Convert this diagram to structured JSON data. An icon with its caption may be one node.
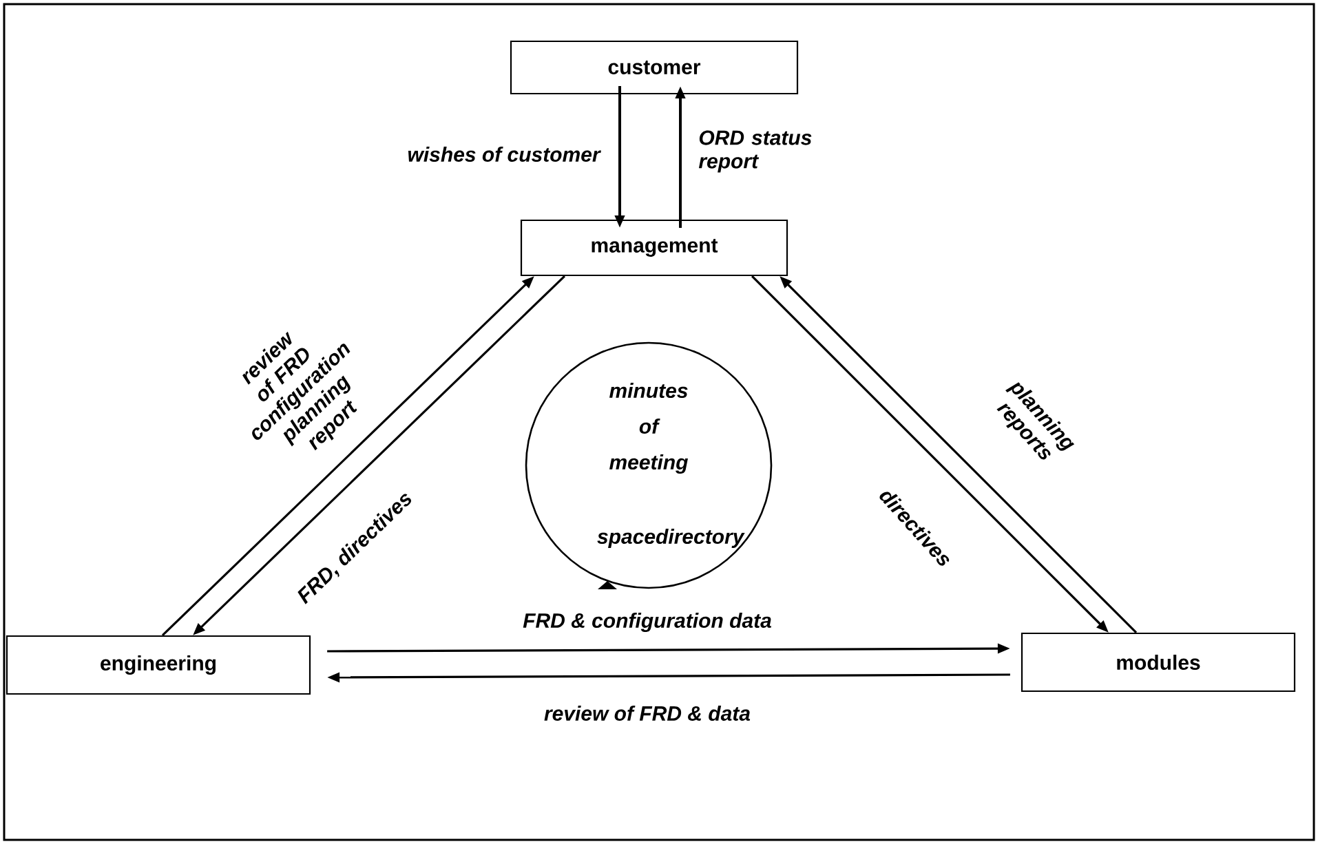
{
  "diagram": {
    "nodes": [
      {
        "text": [
          "customer"
        ]
      },
      {
        "text": [
          "management"
        ]
      },
      {
        "text": [
          "engineering"
        ]
      },
      {
        "text": [
          "modules"
        ]
      },
      {
        "text": [
          "minutes of meeting",
          "spacedirectory"
        ]
      }
    ],
    "edges": [
      {
        "from": 0,
        "to": 1,
        "arrow": "to",
        "label": "wishes of customer"
      },
      {
        "from": 1,
        "to": 0,
        "arrow": "to",
        "label": "ORD status report"
      },
      {
        "from": 2,
        "to": 1,
        "arrow": "to",
        "label": "review of FRD configuration planning report"
      },
      {
        "from": 1,
        "to": 2,
        "arrow": "to",
        "label": "FRD, directives"
      },
      {
        "from": 3,
        "to": 1,
        "arrow": "to",
        "label": "planning reports"
      },
      {
        "from": 1,
        "to": 3,
        "arrow": "to",
        "label": "directives"
      },
      {
        "from": 2,
        "to": 3,
        "arrow": "to",
        "label": "FRD & configuration data"
      },
      {
        "from": 3,
        "to": 2,
        "arrow": "to",
        "label": "review of FRD & data"
      }
    ]
  }
}
